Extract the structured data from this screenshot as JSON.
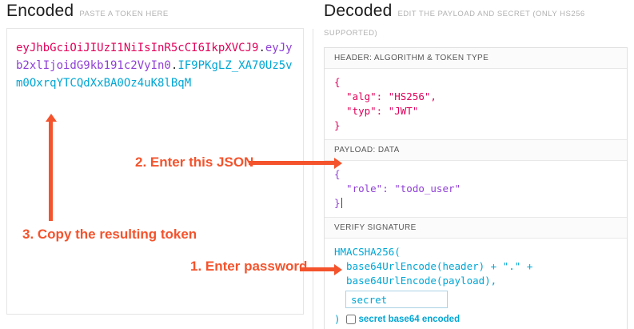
{
  "colors": {
    "token-header": "#e00059",
    "token-payload": "#8f3fd6",
    "token-signature": "#00a6d4",
    "separator": "#2b2b2b",
    "annotation": "#f4532c"
  },
  "encoded": {
    "title": "Encoded",
    "subtitle": "PASTE A TOKEN HERE",
    "token": {
      "header": "eyJhbGciOiJIUzI1NiIsInR5cCI6IkpXVCJ9",
      "separator": ".",
      "payload": "eyJyb2xlIjoidG9kb191c2VyIn0",
      "signature": "IF9PKgLZ_XA70Uz5vm0OxrqYTCQdXxBA0Oz4uK8lBqM"
    }
  },
  "decoded": {
    "title": "Decoded",
    "subtitle": "EDIT THE PAYLOAD AND SECRET (ONLY HS256 SUPPORTED)",
    "header_section": {
      "label": "HEADER: ALGORITHM & TOKEN TYPE",
      "json": "{\n  \"alg\": \"HS256\",\n  \"typ\": \"JWT\"\n}"
    },
    "payload_section": {
      "label": "PAYLOAD: DATA",
      "json": "{\n  \"role\": \"todo_user\"\n}"
    },
    "signature_section": {
      "label": "VERIFY SIGNATURE",
      "algorithm_code": "HMACSHA256(\n  base64UrlEncode(header) + \".\" +\n  base64UrlEncode(payload),",
      "secret_value": "secret",
      "closing_paren": ")",
      "checkbox_label": "secret base64 encoded"
    }
  },
  "annotations": {
    "step1": "1. Enter password",
    "step2": "2. Enter this JSON",
    "step3": "3. Copy the resulting token"
  }
}
